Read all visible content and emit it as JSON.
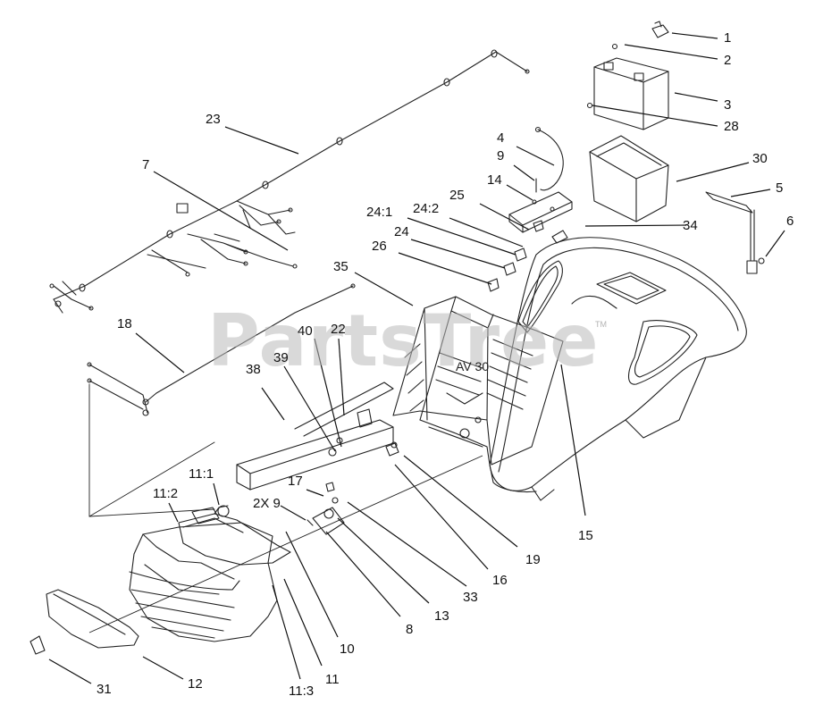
{
  "watermark": {
    "text": "PartsTree",
    "trademark": "TM"
  },
  "frame_stamp": "AV 30",
  "callouts": [
    {
      "id": "c1",
      "text": "1"
    },
    {
      "id": "c2",
      "text": "2"
    },
    {
      "id": "c3",
      "text": "3"
    },
    {
      "id": "c28",
      "text": "28"
    },
    {
      "id": "c30",
      "text": "30"
    },
    {
      "id": "c4",
      "text": "4"
    },
    {
      "id": "c9",
      "text": "9"
    },
    {
      "id": "c14",
      "text": "14"
    },
    {
      "id": "c5",
      "text": "5"
    },
    {
      "id": "c25",
      "text": "25"
    },
    {
      "id": "c24_1",
      "text": "24:1"
    },
    {
      "id": "c24_2",
      "text": "24:2"
    },
    {
      "id": "c24",
      "text": "24"
    },
    {
      "id": "c26",
      "text": "26"
    },
    {
      "id": "c34",
      "text": "34"
    },
    {
      "id": "c6",
      "text": "6"
    },
    {
      "id": "c23",
      "text": "23"
    },
    {
      "id": "c7",
      "text": "7"
    },
    {
      "id": "c35",
      "text": "35"
    },
    {
      "id": "c18",
      "text": "18"
    },
    {
      "id": "c40",
      "text": "40"
    },
    {
      "id": "c22",
      "text": "22"
    },
    {
      "id": "c39",
      "text": "39"
    },
    {
      "id": "c38",
      "text": "38"
    },
    {
      "id": "c11_1",
      "text": "11:1"
    },
    {
      "id": "c11_2",
      "text": "11:2"
    },
    {
      "id": "c17",
      "text": "17"
    },
    {
      "id": "c2x9",
      "text": "2X 9"
    },
    {
      "id": "c15",
      "text": "15"
    },
    {
      "id": "c19",
      "text": "19"
    },
    {
      "id": "c16",
      "text": "16"
    },
    {
      "id": "c33",
      "text": "33"
    },
    {
      "id": "c13",
      "text": "13"
    },
    {
      "id": "c8",
      "text": "8"
    },
    {
      "id": "c10",
      "text": "10"
    },
    {
      "id": "c11",
      "text": "11"
    },
    {
      "id": "c11_3",
      "text": "11:3"
    },
    {
      "id": "c12",
      "text": "12"
    },
    {
      "id": "c31",
      "text": "31"
    }
  ]
}
